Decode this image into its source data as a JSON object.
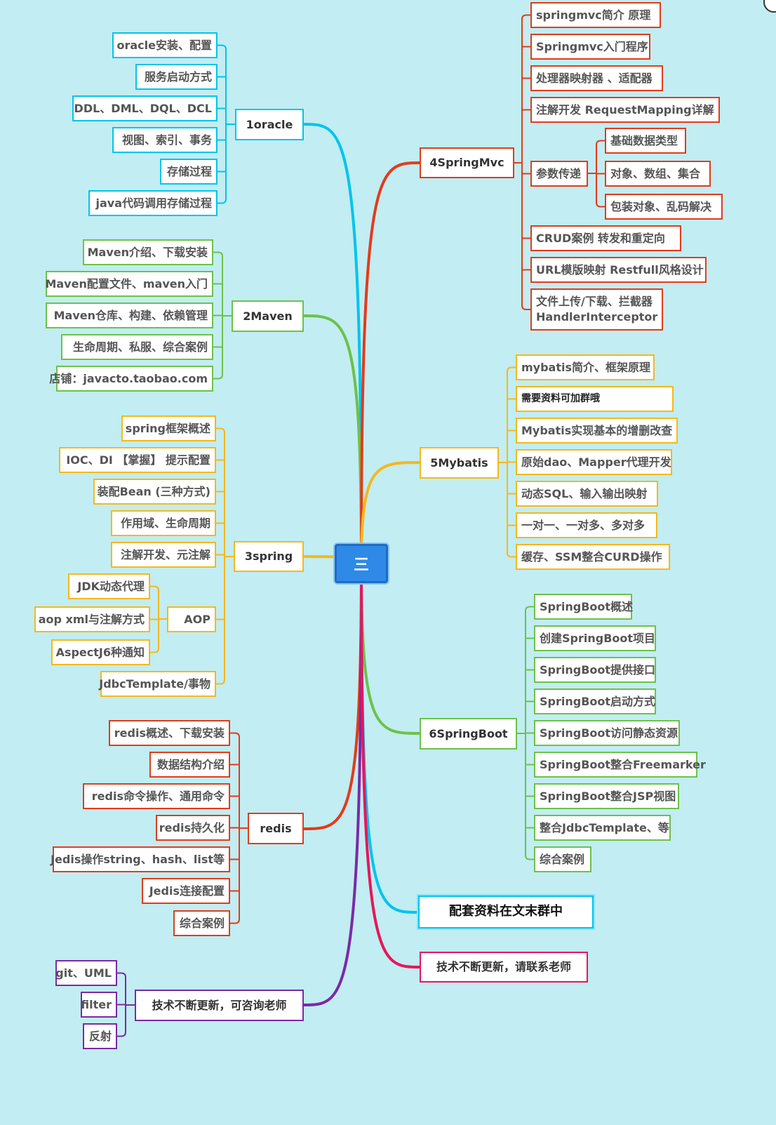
{
  "root": {
    "label": "三"
  },
  "branches": {
    "oracle": {
      "label": "1oracle",
      "color": "#00c4ee",
      "children": [
        "oracle安装、配置",
        "服务启动方式",
        "DDL、DML、DQL、DCL",
        "视图、索引、事务",
        "存储过程",
        "java代码调用存储过程"
      ]
    },
    "maven": {
      "label": "2Maven",
      "color": "#6cc24a",
      "children": [
        "Maven介绍、下载安装",
        "Maven配置文件、maven入门",
        "Maven仓库、构建、依赖管理",
        "生命周期、私服、综合案例",
        "店铺：javacto.taobao.com"
      ]
    },
    "spring": {
      "label": "3spring",
      "color": "#f5b81c",
      "children": [
        "spring框架概述",
        "IOC、DI 【掌握】 提示配置",
        "装配Bean (三种方式)",
        "作用域、生命周期",
        "注解开发、元注解",
        "AOP",
        "JdbcTemplate/事物"
      ],
      "aop_children": [
        "JDK动态代理",
        "aop xml与注解方式",
        "AspectJ6种通知"
      ]
    },
    "redis": {
      "label": "redis",
      "color": "#e23b1c",
      "children": [
        "redis概述、下载安装",
        "数据结构介绍",
        "redis命令操作、通用命令",
        "redis持久化",
        "Jedis操作string、hash、list等",
        "Jedis连接配置",
        "综合案例"
      ]
    },
    "tech": {
      "label": "技术不断更新，可咨询老师",
      "color": "#7a2aa8",
      "children": [
        "git、UML",
        "filter",
        "反射"
      ]
    },
    "springmvc": {
      "label": "4SpringMvc",
      "color": "#e23b1c",
      "children": [
        "springmvc简介    原理",
        "Springmvc入门程序",
        "处理器映射器 、适配器",
        "注解开发    RequestMapping详解",
        "参数传递",
        "CRUD案例    转发和重定向",
        "URL模版映射 Restfull风格设计",
        "文件上传/下载、拦截器 HandlerInterceptor"
      ],
      "param_children": [
        "基础数据类型",
        "对象、数组、集合",
        "包装对象、乱码解决"
      ]
    },
    "mybatis": {
      "label": "5Mybatis",
      "color": "#f5b81c",
      "children": [
        "mybatis简介、框架原理",
        "需要资料可加群哦",
        "Mybatis实现基本的增删改查",
        "原始dao、Mapper代理开发",
        "动态SQL、输入输出映射",
        "一对一、一对多、多对多",
        "缓存、SSM整合CURD操作"
      ]
    },
    "springboot": {
      "label": "6SpringBoot",
      "color": "#6cc24a",
      "children": [
        "SpringBoot概述",
        "创建SpringBoot项目",
        "SpringBoot提供接口",
        "SpringBoot启动方式",
        "SpringBoot访问静态资源",
        "SpringBoot整合Freemarker",
        "SpringBoot整合JSP视图",
        "整合JdbcTemplate、等",
        "综合案例"
      ]
    },
    "promo": {
      "label": "配套资料在文末群中",
      "color": "#00c4ee"
    },
    "update": {
      "label": "技术不断更新，请联系老师",
      "color": "#e8155a"
    }
  }
}
